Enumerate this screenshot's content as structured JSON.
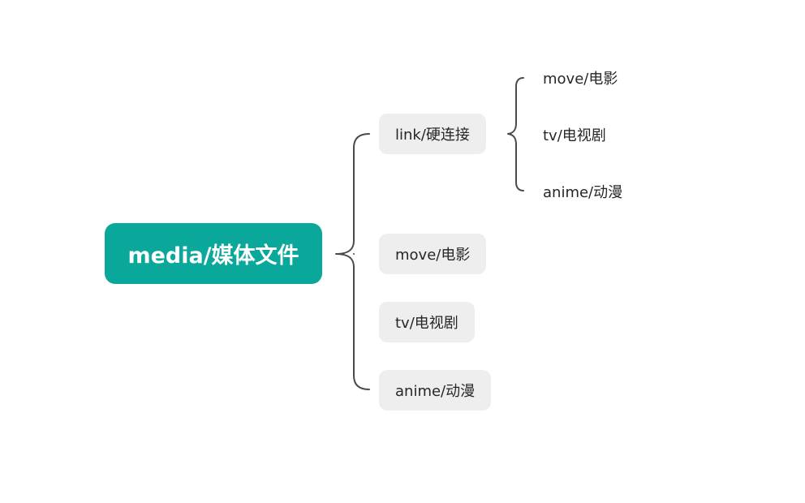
{
  "root": {
    "label": "media/媒体文件",
    "color": "#0aa89a"
  },
  "branches": [
    {
      "label": "link/硬连接",
      "children": [
        "move/电影",
        "tv/电视剧",
        "anime/动漫"
      ]
    },
    {
      "label": "move/电影"
    },
    {
      "label": "tv/电视剧"
    },
    {
      "label": "anime/动漫"
    }
  ],
  "colors": {
    "branch_background": "#eeeeee",
    "connector": "#4a4a4a",
    "text": "#262626"
  }
}
